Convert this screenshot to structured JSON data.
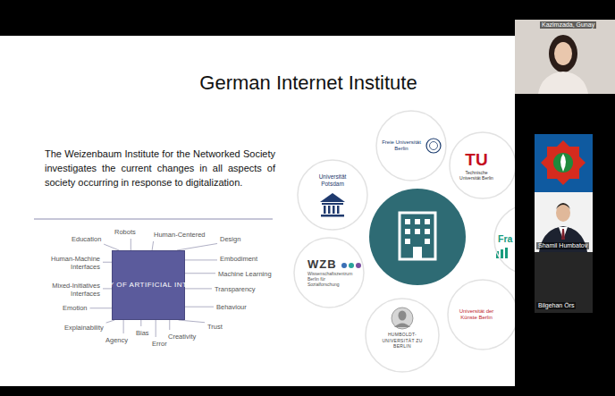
{
  "diagram": {
    "title": "German Internet Institute",
    "nodes": [
      {
        "text": [
          "CRITICALITY OF ARTIFICIAL INTELLIGENCE"
        ]
      },
      {
        "text": [
          "Freie Universität Berlin"
        ]
      },
      {
        "text": [
          "TU",
          "Technische Universität Berlin"
        ]
      },
      {
        "text": [
          "Universität Potsdam"
        ]
      },
      {
        "text": [
          "WZB",
          "Wissenschaftszentrum Berlin für Sozialforschung"
        ]
      },
      {
        "text": [
          "Fra"
        ]
      },
      {
        "text": [
          "HUMBOLDT-UNIVERSITÄT ZU BERLIN"
        ]
      },
      {
        "text": [
          "Universität der Künste Berlin"
        ]
      }
    ],
    "labels": [
      "The Weizenbaum Institute for the Networked Society investigates the current changes in all aspects of society occurring in response to digitalization.",
      "Education",
      "Robots",
      "Human-Centered",
      "Design",
      "Human-Machine Interfaces",
      "Embodiment",
      "Machine Learning",
      "Mixed-Initiatives Interfaces",
      "Transparency",
      "Emotion",
      "Behaviour",
      "Explainability",
      "Trust",
      "Agency",
      "Bias",
      "Error",
      "Creativity",
      "Kazimzada, Gunay",
      "Shamil Humbatov",
      "Bilgehan Örs"
    ]
  }
}
